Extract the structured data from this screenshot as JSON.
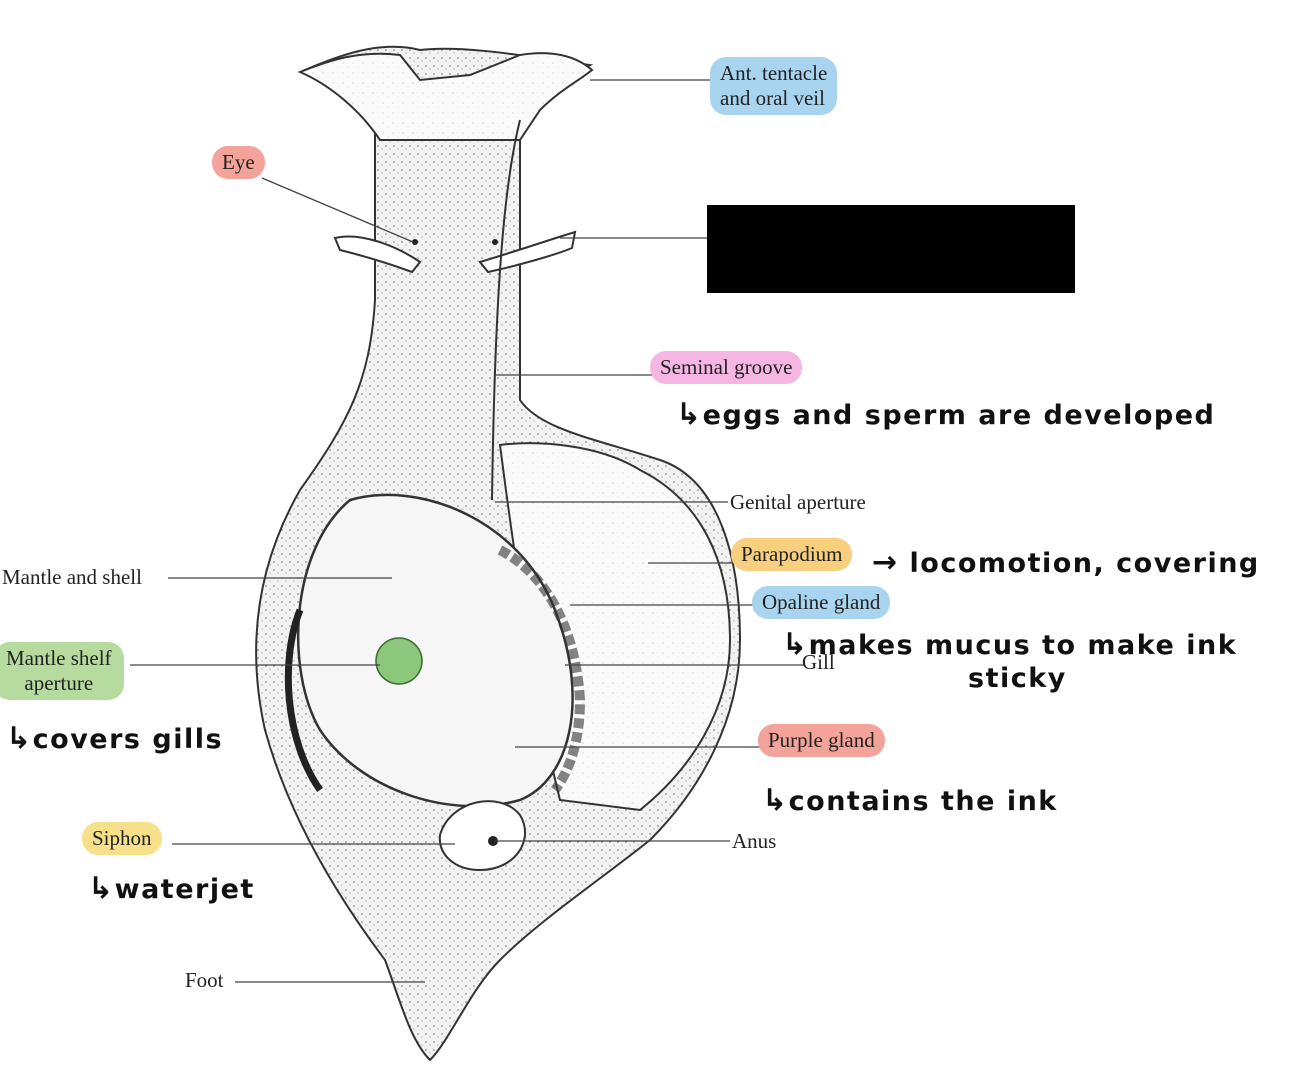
{
  "labels": {
    "ant_tentacle": "Ant. tentacle\nand oral veil",
    "eye": "Eye",
    "seminal_groove": "Seminal groove",
    "genital_aperture": "Genital aperture",
    "parapodium": "Parapodium",
    "opaline_gland": "Opaline gland",
    "gill": "Gill",
    "purple_gland": "Purple gland",
    "anus": "Anus",
    "mantle_and_shell": "Mantle and shell",
    "mantle_shelf_aperture": "Mantle shelf\naperture",
    "siphon": "Siphon",
    "foot": "Foot"
  },
  "notes": {
    "seminal_groove": "eggs and sperm are developed",
    "parapodium": "locomotion, covering",
    "opaline_gland_1": "makes mucus to make ink",
    "opaline_gland_2": "sticky",
    "mantle_shelf": "covers gills",
    "purple_gland": "contains the ink",
    "siphon": "waterjet"
  },
  "colors": {
    "blue": "#a9d4f0",
    "red": "#f4a39a",
    "pink": "#f5b6e3",
    "orange": "#f7cf7e",
    "green": "#b5dc9e",
    "yellow": "#f7e08a",
    "mantle_spot": "#8bc87c"
  }
}
